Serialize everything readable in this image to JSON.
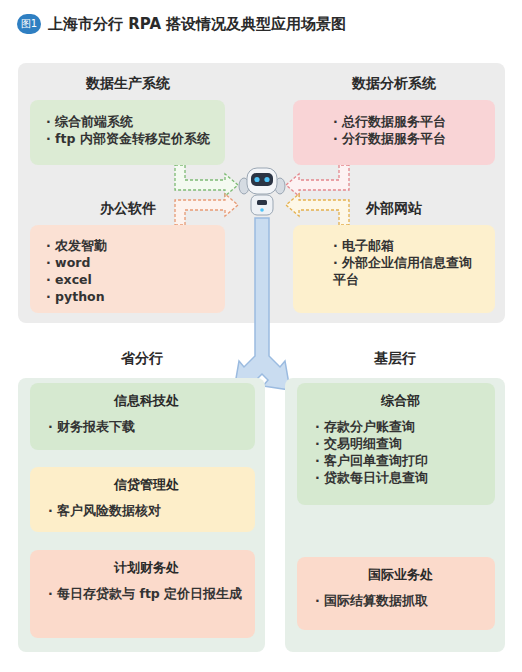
{
  "diagram": {
    "title": "上海市分行 RPA 搭设情况及典型应用场景图",
    "nodes": [
      {
        "text": [
          "数据生产系统",
          "· 综合前端系统",
          "· ftp 内部资金转移定价系统"
        ]
      },
      {
        "text": [
          "数据分析系统",
          "· 总行数据服务平台",
          "· 分行数据服务平台"
        ]
      },
      {
        "text": [
          "办公软件",
          "· 农发智勤",
          "· word",
          "· excel",
          "· python"
        ]
      },
      {
        "text": [
          "外部网站",
          "· 电子邮箱",
          "· 外部企业信用信息查询平台"
        ]
      },
      {
        "text": [
          "省分行"
        ]
      },
      {
        "text": [
          "信息科技处",
          "· 财务报表下载"
        ],
        "in": 4
      },
      {
        "text": [
          "信贷管理处",
          "· 客户风险数据核对"
        ],
        "in": 4
      },
      {
        "text": [
          "计划财务处",
          "· 每日存贷款与 ftp 定价日报生成"
        ],
        "in": 4
      },
      {
        "text": [
          "基层行"
        ]
      },
      {
        "text": [
          "综合部",
          "· 存款分户账查询",
          "· 交易明细查询",
          "· 客户回单查询打印",
          "· 贷款每日计息查询"
        ],
        "in": 8
      },
      {
        "text": [
          "国际业务处",
          "· 国际结算数据抓取"
        ],
        "in": 8
      }
    ],
    "labels": [
      "图1"
    ]
  }
}
